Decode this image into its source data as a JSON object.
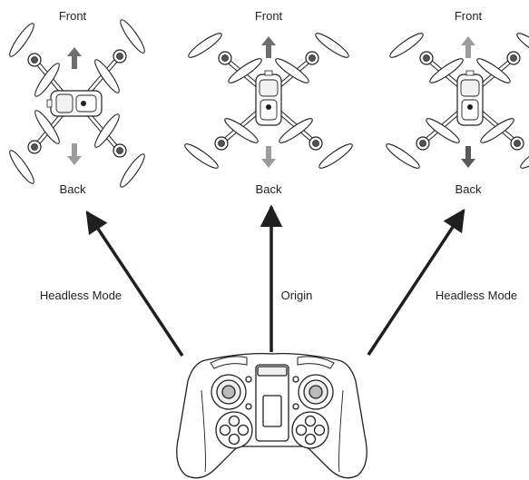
{
  "drones": [
    {
      "front_label": "Front",
      "back_label": "Back",
      "orientation": "rotated-left",
      "front_arrow_color": "#6d6e70",
      "back_arrow_color": "#9b9c9e"
    },
    {
      "front_label": "Front",
      "back_label": "Back",
      "orientation": "upright",
      "front_arrow_color": "#6d6e70",
      "back_arrow_color": "#9b9c9e"
    },
    {
      "front_label": "Front",
      "back_label": "Back",
      "orientation": "upright",
      "front_arrow_color": "#9b9c9e",
      "back_arrow_color": "#58595b"
    }
  ],
  "modes": {
    "left": "Headless Mode",
    "center": "Origin",
    "right": "Headless Mode"
  },
  "controller": {
    "icon": "gamepad-controller-icon"
  },
  "colors": {
    "line": "#231f20",
    "arrow": "#1f1f1f"
  }
}
